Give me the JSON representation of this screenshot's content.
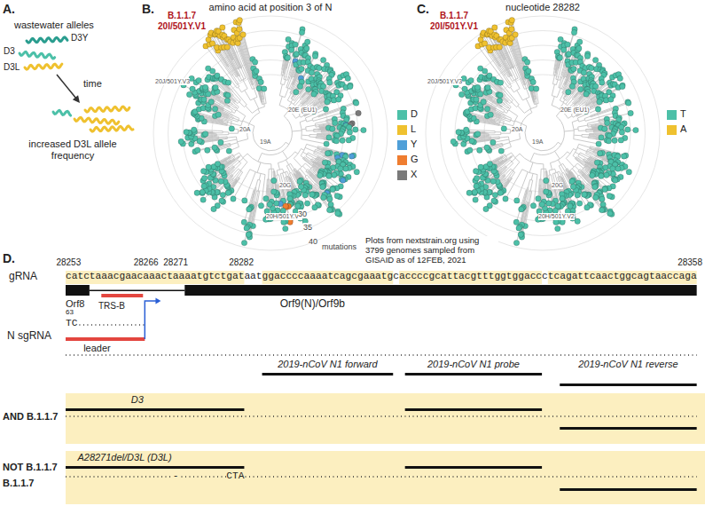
{
  "diagram": {
    "nodes": [
      {
        "text": [
          "AND B.1.1.7",
          "D3"
        ]
      },
      {
        "text": [
          "NOT B.1.1.7",
          "B.1.1.7",
          "A28271del/D3L (D3L)",
          "-",
          "CTA"
        ]
      }
    ],
    "labels": [
      "A.",
      "wastewater alleles",
      "D3Y",
      "D3",
      "D3L",
      "time",
      "increased D3L allele frequency",
      "B.",
      "amino acid at position 3 of N",
      "B.1.1.7",
      "20I/501Y.V1",
      "C.",
      "nucleotide 28282",
      "B.1.1.7",
      "20I/501Y.V1",
      "Plots from nextstrain.org using 3799 genomes sampled from GISAID as of 12FEB, 2021",
      "D.",
      "28253",
      "28266",
      "28271",
      "28282",
      "28358",
      "catctaaacgaacaaactaaaatgtctgataatggaccccaaaatcagcgaaatgcaccccgcattacgtttggtggaccctcagattcaactggcagtaaccaga",
      "gRNA",
      "Orf8",
      "TRS-B",
      "Orf9(N)/Orf9b",
      "N sgRNA",
      "63",
      "TC",
      "leader",
      "2019-nCoV N1 forward",
      "2019-nCoV N1 probe",
      "2019-nCoV N1 reverse",
      "20J/501Y.V3",
      "20E (EU1)",
      "20A",
      "19A",
      "20G",
      "20H/501Y.V2",
      "mutations",
      "30",
      "35",
      "40",
      "20J/501Y.V3",
      "20E (EU1)",
      "20A",
      "19A",
      "20G",
      "20H/501Y.V2"
    ],
    "legend": [
      {
        "text": "D",
        "color": "#4cc0a8"
      },
      {
        "text": "L",
        "color": "#efc12f"
      },
      {
        "text": "Y",
        "color": "#4f9fd8"
      },
      {
        "text": "G",
        "color": "#ef7d30"
      },
      {
        "text": "X",
        "color": "#7a7a7a"
      },
      {
        "text": "T",
        "color": "#4cc0a8"
      },
      {
        "text": "A",
        "color": "#efc12f"
      }
    ]
  }
}
